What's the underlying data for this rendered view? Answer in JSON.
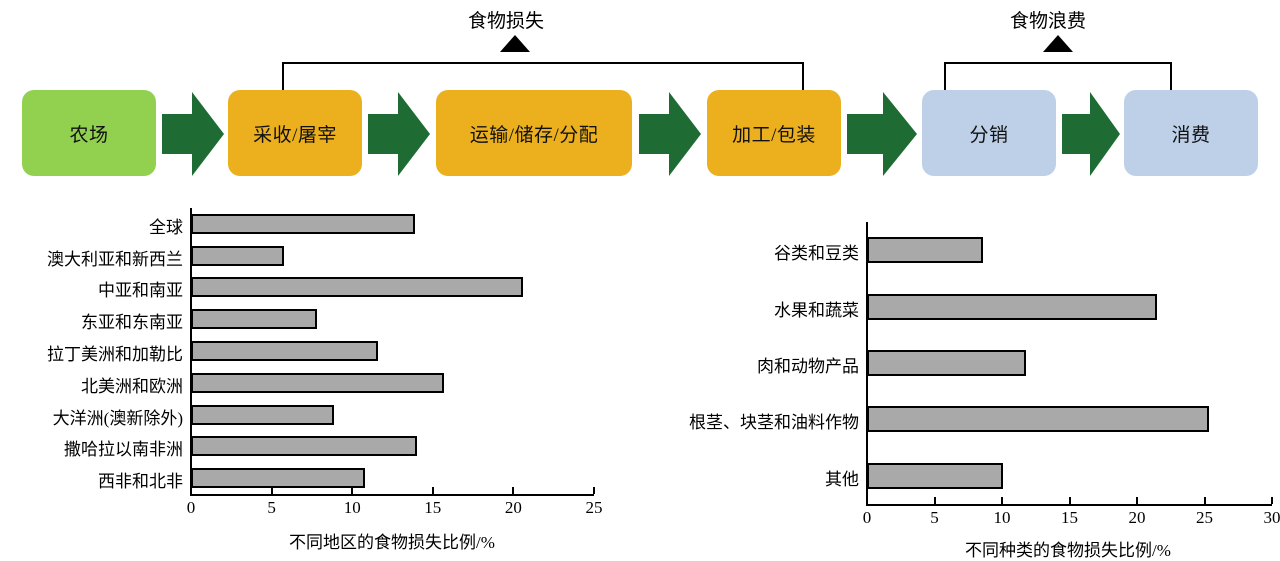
{
  "flow": {
    "stages": [
      {
        "label": "农场",
        "color": "#92d050",
        "type": "farm"
      },
      {
        "label": "采收/屠宰",
        "color": "#e9b party",
        "type": "harvest"
      },
      {
        "label": "运输/储存/分配",
        "color": "#ecb01f",
        "type": "transport"
      },
      {
        "label": "加工/包装",
        "color": "#ecb01f",
        "type": "processing"
      },
      {
        "label": "分销",
        "color": "#bdd0e8",
        "type": "distribution"
      },
      {
        "label": "消费",
        "color": "#bdd0e8",
        "type": "consumption"
      }
    ],
    "arrow_color": "#1e6b33",
    "groups": [
      {
        "label": "食物损失",
        "id": "food-loss"
      },
      {
        "label": "食物浪费",
        "id": "food-waste"
      }
    ]
  },
  "chart_data": [
    {
      "id": "food-loss-by-region",
      "type": "bar",
      "orientation": "horizontal",
      "title": "",
      "xlabel": "不同地区的食物损失比例/%",
      "ylabel": "",
      "xlim": [
        0,
        25
      ],
      "xticks": [
        0,
        5,
        10,
        15,
        20,
        25
      ],
      "grid": false,
      "legend": false,
      "categories": [
        "全球",
        "澳大利亚和新西兰",
        "中亚和南亚",
        "东亚和东南亚",
        "拉丁美洲和加勒比",
        "北美洲和欧洲",
        "大洋洲(澳新除外)",
        "撒哈拉以南非洲",
        "西非和北非"
      ],
      "values": [
        13.9,
        5.8,
        20.6,
        7.8,
        11.6,
        15.7,
        8.9,
        14.0,
        10.8
      ]
    },
    {
      "id": "food-loss-by-category",
      "type": "bar",
      "orientation": "horizontal",
      "title": "",
      "xlabel": "不同种类的食物损失比例/%",
      "ylabel": "",
      "xlim": [
        0,
        30
      ],
      "xticks": [
        0,
        5,
        10,
        15,
        20,
        25,
        30
      ],
      "grid": false,
      "legend": false,
      "categories": [
        "谷类和豆类",
        "水果和蔬菜",
        "肉和动物产品",
        "根茎、块茎和油料作物",
        "其他"
      ],
      "values": [
        8.6,
        21.5,
        11.8,
        25.3,
        10.1
      ]
    }
  ],
  "colors": {
    "bar_fill": "#a9a9a9",
    "bar_stroke": "#000000",
    "green_box": "#92d050",
    "yellow_box": "#ecb01f",
    "blue_box": "#bdd0e8",
    "arrow_green": "#1e6b33"
  }
}
